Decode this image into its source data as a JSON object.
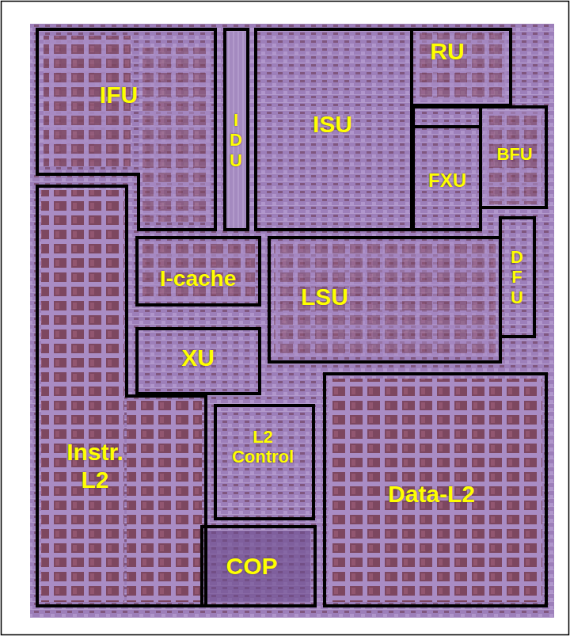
{
  "diagram": {
    "nodes": [
      {
        "text": [
          "IFU"
        ]
      },
      {
        "text": [
          "I D U"
        ]
      },
      {
        "text": [
          "ISU"
        ]
      },
      {
        "text": [
          "RU"
        ]
      },
      {
        "text": [
          "FXU"
        ]
      },
      {
        "text": [
          "BFU"
        ]
      },
      {
        "text": [
          "I-cache"
        ]
      },
      {
        "text": [
          "LSU"
        ]
      },
      {
        "text": [
          "D F U"
        ]
      },
      {
        "text": [
          "XU"
        ]
      },
      {
        "text": [
          "Instr. L2"
        ]
      },
      {
        "text": [
          "L2 Control"
        ]
      },
      {
        "text": [
          "COP"
        ]
      },
      {
        "text": [
          "Data-L2"
        ]
      }
    ]
  }
}
